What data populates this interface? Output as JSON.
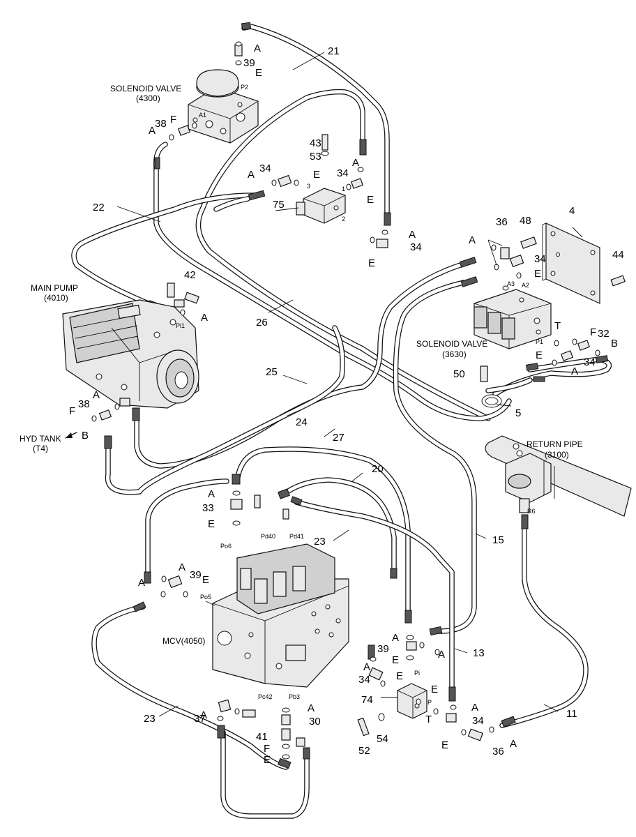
{
  "components": {
    "solenoid_valve_4300": {
      "line1": "SOLENOID VALVE",
      "line2": "(4300)"
    },
    "main_pump": {
      "line1": "MAIN PUMP",
      "line2": "(4010)"
    },
    "hyd_tank": {
      "line1": "HYD TANK",
      "line2": "(T4)"
    },
    "solenoid_valve_3630": {
      "line1": "SOLENOID VALVE",
      "line2": "(3630)"
    },
    "return_pipe": {
      "line1": "RETURN PIPE",
      "line2": "(3100)"
    },
    "mcv": {
      "line1": "MCV(4050)"
    }
  },
  "callouts": {
    "n21": "21",
    "n39a": "39",
    "n22": "22",
    "n38a": "38",
    "n43": "43",
    "n53": "53",
    "n34a": "34",
    "n34b": "34",
    "n34c": "34",
    "n75": "75",
    "n4": "4",
    "n36a": "36",
    "n48": "48",
    "n34d": "34",
    "n44": "44",
    "n42": "42",
    "n26": "26",
    "n32": "32",
    "n34e": "34",
    "n50": "50",
    "n5": "5",
    "n25": "25",
    "n24": "24",
    "n27": "27",
    "n38b": "38",
    "n20": "20",
    "n33": "33",
    "n23a": "23",
    "n15": "15",
    "n39b": "39",
    "n13": "13",
    "n39c": "39",
    "n34f": "34",
    "n74": "74",
    "n37": "37",
    "n30": "30",
    "n23b": "23",
    "n41": "41",
    "n54": "54",
    "n52": "52",
    "n34g": "34",
    "n11": "11",
    "n36b": "36"
  },
  "letters": {
    "A": "A",
    "E": "E",
    "F": "F",
    "B": "B",
    "T": "T"
  },
  "ports": {
    "P2": "P2",
    "A1": "A1",
    "Pi1": "Pi1",
    "A3": "A3",
    "A2": "A2",
    "P1": "P1",
    "R6": "R6",
    "Po6": "Po6",
    "Pd40": "Pd40",
    "Pd41": "Pd41",
    "Po5": "Po5",
    "Pc42": "Pc42",
    "Pb3": "Pb3",
    "Pi": "Pi",
    "P": "P",
    "p1": "1",
    "p2": "2",
    "p3": "3"
  }
}
